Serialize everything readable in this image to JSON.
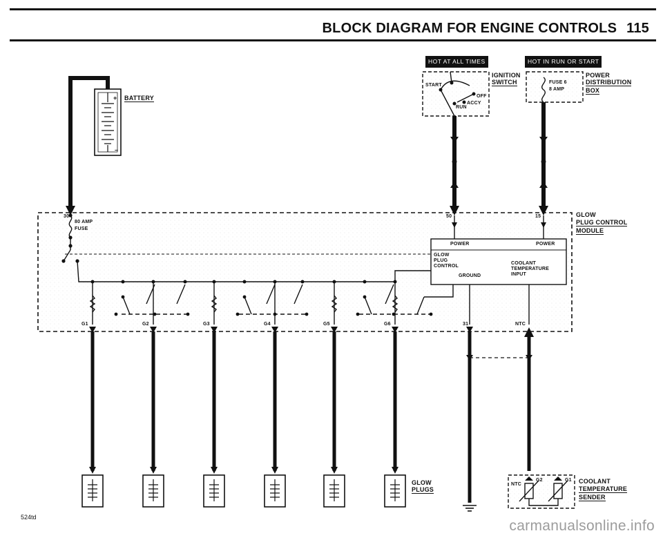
{
  "header": {
    "title": "BLOCK DIAGRAM FOR ENGINE CONTROLS",
    "page_number": "115"
  },
  "tags": {
    "hot_at_all_times": "HOT AT ALL TIMES",
    "hot_in_run_or_start": "HOT IN RUN OR START"
  },
  "battery": {
    "label": "BATTERY",
    "plus": "+",
    "minus": "–"
  },
  "ignition_switch": {
    "label_line1": "IGNITION",
    "label_line2": "SWITCH",
    "start": "START",
    "off": "OFF",
    "accy": "ACCY",
    "run": "RUN"
  },
  "power_distribution_box": {
    "label_line1": "POWER",
    "label_line2": "DISTRIBUTION",
    "label_line3": "BOX",
    "fuse": "FUSE 6",
    "amp": "8 AMP"
  },
  "glow_plug_control_module": {
    "label_line1": "GLOW",
    "label_line2": "PLUG CONTROL",
    "label_line3": "MODULE",
    "fuse_line1": "80 AMP",
    "fuse_line2": "FUSE",
    "terminal_30": "30",
    "terminal_50": "50",
    "terminal_15": "15",
    "terminal_31": "31",
    "terminal_ntc": "NTC",
    "box_power_left": "POWER",
    "box_power_right": "POWER",
    "box_glow_line1": "GLOW",
    "box_glow_line2": "PLUG",
    "box_glow_line3": "CONTROL",
    "box_coolant_line1": "COOLANT",
    "box_coolant_line2": "TEMPERATURE",
    "box_coolant_line3": "INPUT",
    "box_ground": "GROUND"
  },
  "outputs": [
    "G1",
    "G2",
    "G3",
    "G4",
    "G5",
    "G6"
  ],
  "glow_plugs": {
    "label_line1": "GLOW",
    "label_line2": "PLUGS"
  },
  "coolant_sender": {
    "label_line1": "COOLANT",
    "label_line2": "TEMPERATURE",
    "label_line3": "SENDER",
    "ntc": "NTC",
    "g2": "G2",
    "g1": "G1"
  },
  "footer": {
    "model_code": "524td",
    "watermark": "carmanualsonline.info"
  }
}
